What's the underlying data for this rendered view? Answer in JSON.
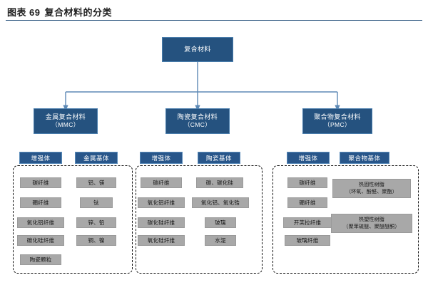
{
  "header": {
    "label": "图表",
    "number": "69",
    "title": "复合材料的分类"
  },
  "colors": {
    "box_fill": "#25527f",
    "box_border": "#4a7ead",
    "leaf_fill": "#a8a8a8",
    "connector": "#5d89b5",
    "rule": "#27527d",
    "dashed": "#111111"
  },
  "root": {
    "label": "复合材料"
  },
  "branches": [
    {
      "id": "mmc",
      "name_line1": "金属复合材料",
      "name_line2": "（MMC）",
      "columns": [
        {
          "header": "增强体",
          "items": [
            "碳纤维",
            "硼纤维",
            "氧化铝纤维",
            "碳化硅纤维",
            "陶瓷颗粒"
          ]
        },
        {
          "header": "金属基体",
          "items": [
            "铝、镁",
            "钛",
            "锌、铅",
            "铜、镍"
          ]
        }
      ]
    },
    {
      "id": "cmc",
      "name_line1": "陶瓷复合材料",
      "name_line2": "（CMC）",
      "columns": [
        {
          "header": "增强体",
          "items": [
            "碳纤维",
            "氧化铝纤维",
            "碳化硅纤维",
            "氧化硅纤维"
          ]
        },
        {
          "header": "陶瓷基体",
          "items": [
            "碳、碳化硅",
            "氧化铝、氧化锆",
            "玻璃",
            "水泥"
          ]
        }
      ]
    },
    {
      "id": "pmc",
      "name_line1": "聚合物复合材料",
      "name_line2": "（PMC）",
      "columns": [
        {
          "header": "增强体",
          "items": [
            "碳纤维",
            "硼纤维",
            "开芙拉纤维",
            "玻璃纤维"
          ]
        },
        {
          "header": "聚合物基体",
          "items_multiline": [
            {
              "line1": "热固性树脂",
              "line2": "（环氧、酚醛、聚酯）"
            },
            {
              "line1": "热塑性树脂",
              "line2": "（聚苯硫醚、聚醚醚酮）"
            }
          ]
        }
      ]
    }
  ]
}
